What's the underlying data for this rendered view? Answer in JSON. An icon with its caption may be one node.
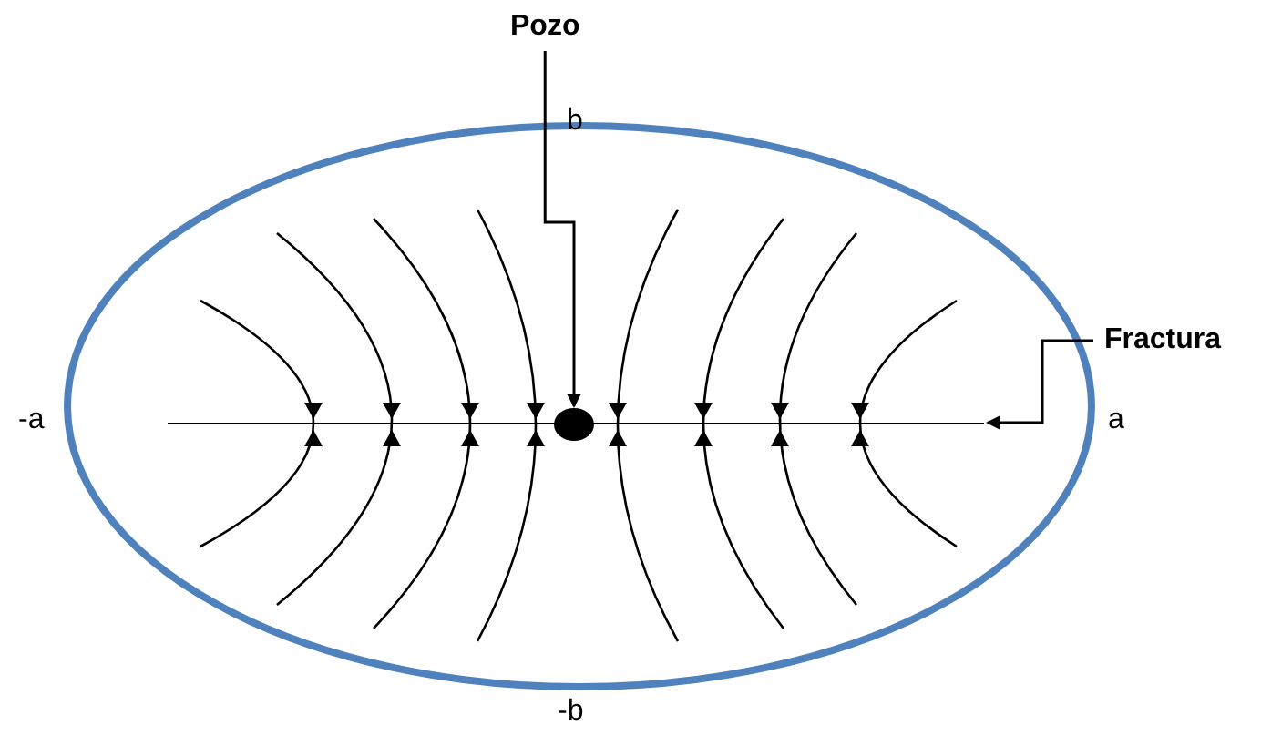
{
  "diagram": {
    "nodes": [
      {
        "text": [
          "Pozo"
        ]
      },
      {
        "text": [],
        "shape": "circle"
      },
      {
        "text": [
          "Fractura"
        ]
      },
      {
        "text": [],
        "shape": "bar"
      }
    ],
    "edges": [
      {
        "from": 0,
        "to": 1,
        "arrow": "to"
      },
      {
        "from": 2,
        "to": 3,
        "arrow": "to"
      }
    ],
    "labels": [
      "b",
      "-a",
      "a",
      "-b"
    ]
  }
}
